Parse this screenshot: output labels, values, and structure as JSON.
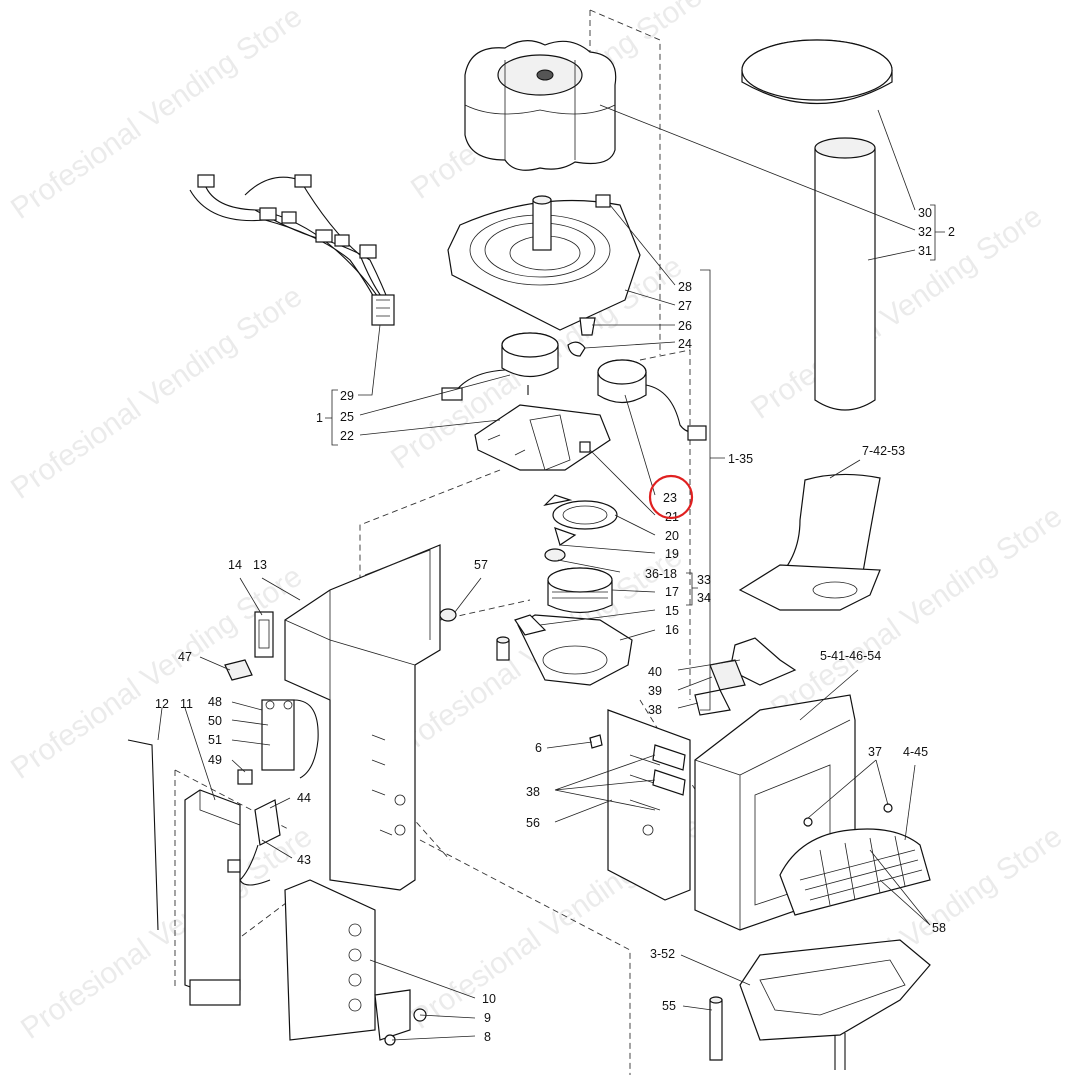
{
  "watermark": "Profesional Vending Store",
  "highlight": {
    "label": "23",
    "color": "#e02020"
  },
  "callouts": {
    "c30": "30",
    "c32": "32",
    "c31": "31",
    "c2": "2",
    "c28": "28",
    "c27": "27",
    "c26": "26",
    "c24": "24",
    "c29": "29",
    "c1": "1",
    "c25": "25",
    "c22": "22",
    "c1_35": "1-35",
    "c7_42_53": "7-42-53",
    "c23": "23",
    "c21": "21",
    "c20": "20",
    "c19": "19",
    "c36_18": "36-18",
    "c17": "17",
    "c15": "15",
    "c16": "16",
    "c33": "33",
    "c34": "34",
    "c14": "14",
    "c13": "13",
    "c57": "57",
    "c47": "47",
    "c48": "48",
    "c50": "50",
    "c51": "51",
    "c49": "49",
    "c12": "12",
    "c11": "11",
    "c44": "44",
    "c43": "43",
    "c40": "40",
    "c39": "39",
    "c38a": "38",
    "c5_41_46_54": "5-41-46-54",
    "c6": "6",
    "c38b": "38",
    "c56": "56",
    "c37": "37",
    "c4_45": "4-45",
    "c58": "58",
    "c3_52": "3-52",
    "c55": "55",
    "c10": "10",
    "c9": "9",
    "c8": "8"
  }
}
